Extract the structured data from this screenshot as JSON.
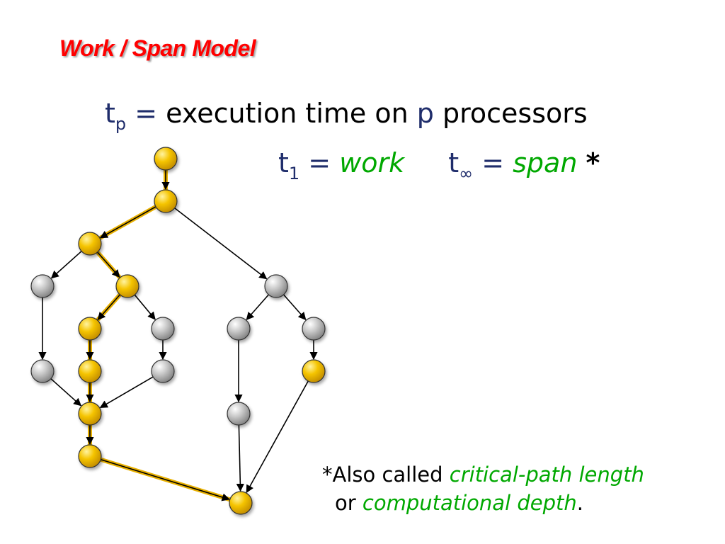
{
  "title": "Work / Span Model",
  "formula": {
    "tp_base": "t",
    "tp_sub": "p",
    "eq": "=",
    "tp_text_a": "execution time on ",
    "tp_p": "p",
    "tp_text_b": " processors",
    "t1_base": "t",
    "t1_sub": "1",
    "work": "work",
    "tinf_base": "t",
    "tinf_sub": "∞",
    "span": "span",
    "asterisk": "*"
  },
  "footnote": {
    "star": "*",
    "text_a": "Also called ",
    "term1": "critical-path length",
    "text_b": "or ",
    "term2": "computational depth",
    "period": "."
  },
  "colors": {
    "title": "#ff0000",
    "emphasis": "#00a800",
    "math": "#1f2d6b",
    "critical_node": "#f5c400",
    "normal_node": "#c0c0c0",
    "critical_edge": "#e8b000"
  },
  "diagram": {
    "nodes": [
      {
        "id": "n1",
        "critical": true
      },
      {
        "id": "n2",
        "critical": true
      },
      {
        "id": "n3",
        "critical": true
      },
      {
        "id": "n4",
        "critical": false
      },
      {
        "id": "n5",
        "critical": true
      },
      {
        "id": "n6",
        "critical": false
      },
      {
        "id": "n7",
        "critical": true
      },
      {
        "id": "n8",
        "critical": false
      },
      {
        "id": "n9",
        "critical": false
      },
      {
        "id": "n10",
        "critical": false
      },
      {
        "id": "n11",
        "critical": true
      },
      {
        "id": "n12",
        "critical": false
      },
      {
        "id": "n13",
        "critical": false
      },
      {
        "id": "n14",
        "critical": true
      },
      {
        "id": "n15",
        "critical": false
      },
      {
        "id": "n16",
        "critical": true
      },
      {
        "id": "n17",
        "critical": true
      }
    ],
    "edges": [
      {
        "from": "n1",
        "to": "n2",
        "critical": true
      },
      {
        "from": "n2",
        "to": "n3",
        "critical": true
      },
      {
        "from": "n2",
        "to": "n6",
        "critical": false
      },
      {
        "from": "n3",
        "to": "n4",
        "critical": false
      },
      {
        "from": "n3",
        "to": "n5",
        "critical": true
      },
      {
        "from": "n4",
        "to": "n10",
        "critical": false
      },
      {
        "from": "n5",
        "to": "n7",
        "critical": true
      },
      {
        "from": "n5",
        "to": "n8",
        "critical": false
      },
      {
        "from": "n6",
        "to": "n9",
        "critical": false
      },
      {
        "from": "n6",
        "to": "n12",
        "critical": false
      },
      {
        "from": "n7",
        "to": "n11",
        "critical": true
      },
      {
        "from": "n8",
        "to": "n13",
        "critical": false
      },
      {
        "from": "n9",
        "to": "n15",
        "critical": false
      },
      {
        "from": "n12",
        "to": "n16",
        "critical": false
      },
      {
        "from": "n10",
        "to": "n14",
        "critical": false
      },
      {
        "from": "n11",
        "to": "n14",
        "critical": true
      },
      {
        "from": "n13",
        "to": "n14",
        "critical": false
      },
      {
        "from": "n14",
        "to": "n17",
        "critical": true
      },
      {
        "from": "n17",
        "to": "n18",
        "critical": true
      },
      {
        "from": "n15",
        "to": "n18",
        "critical": false
      },
      {
        "from": "n16",
        "to": "n18",
        "critical": false
      }
    ]
  }
}
